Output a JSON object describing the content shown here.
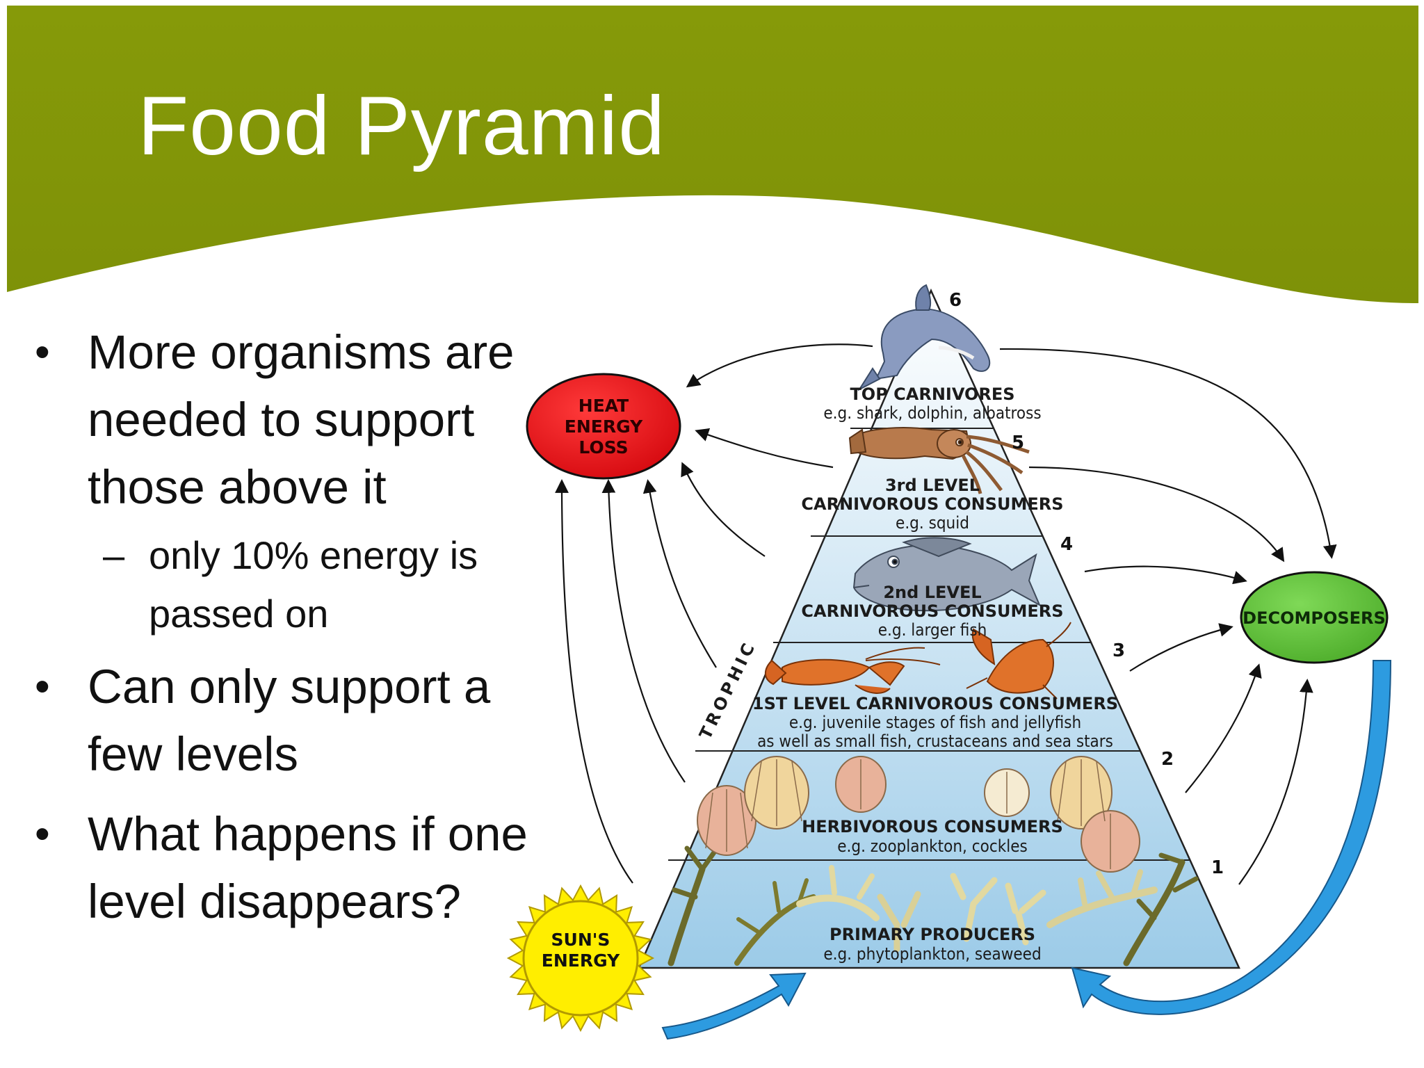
{
  "slide": {
    "title": "Food Pyramid",
    "colors": {
      "header": "#869a09",
      "text": "#111111"
    },
    "bullets": [
      {
        "text": "More organisms are needed to support those above it",
        "lines": [
          "More organisms are",
          "needed to support",
          "those above it"
        ],
        "sub": {
          "lines": [
            "only 10% energy is",
            "passed on"
          ]
        }
      },
      {
        "text": "Can only support a few levels",
        "lines": [
          "Can only support a",
          "few levels"
        ]
      },
      {
        "text": "What happens if one level disappears?",
        "lines": [
          "What happens if one",
          "level disappears?"
        ]
      }
    ]
  },
  "diagram": {
    "levels": [
      {
        "number": "1",
        "title": "PRIMARY PRODUCERS",
        "example": "e.g. phytoplankton, seaweed",
        "icon": "seaweed-icon"
      },
      {
        "number": "2",
        "title": "HERBIVOROUS CONSUMERS",
        "example": "e.g. zooplankton, cockles",
        "icon": "shell-icon"
      },
      {
        "number": "3",
        "title": "1ST LEVEL CARNIVOROUS CONSUMERS",
        "example_lines": [
          "e.g. juvenile stages of fish and jellyfish",
          "as well as small fish, crustaceans and sea stars"
        ],
        "icon": "crayfish-icon"
      },
      {
        "number": "4",
        "title_lines": [
          "2nd LEVEL",
          "CARNIVOROUS CONSUMERS"
        ],
        "example": "e.g. larger fish",
        "icon": "fish-icon"
      },
      {
        "number": "5",
        "title_lines": [
          "3rd LEVEL",
          "CARNIVOROUS CONSUMERS"
        ],
        "example": "e.g. squid",
        "icon": "squid-icon"
      },
      {
        "number": "6",
        "title": "TOP CARNIVORES",
        "example": "e.g. shark, dolphin, albatross",
        "icon": "dolphin-icon"
      }
    ],
    "heat_loss": {
      "lines": [
        "HEAT",
        "ENERGY",
        "LOSS"
      ],
      "color": "#e8111a"
    },
    "decomposers": {
      "label": "DECOMPOSERS",
      "color": "#63c23a"
    },
    "sun": {
      "lines": [
        "SUN'S",
        "ENERGY"
      ],
      "color": "#ffee00"
    },
    "axis_label": "TROPHIC",
    "colors": {
      "pyramid_top": "#ffffff",
      "pyramid_bottom": "#9ccbe8",
      "cycle_arrow": "#2d9be0"
    }
  }
}
